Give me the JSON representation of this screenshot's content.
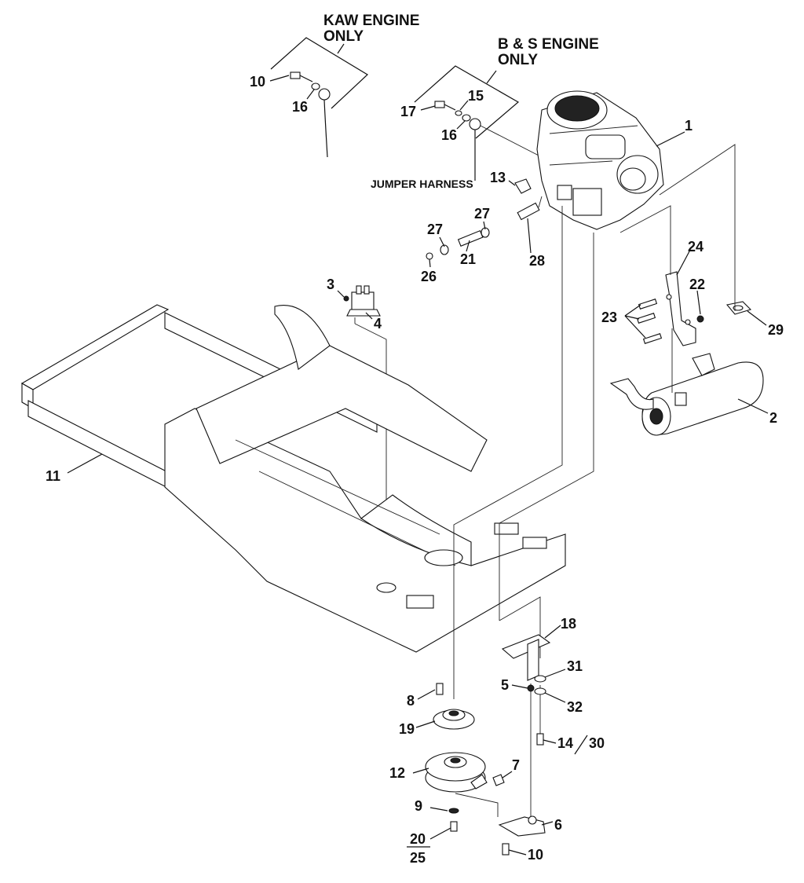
{
  "headers": {
    "kaw_line1": "KAW ENGINE",
    "kaw_line2": "ONLY",
    "bs_line1": "B & S ENGINE",
    "bs_line2": "ONLY"
  },
  "notes": {
    "jumper_harness": "JUMPER HARNESS"
  },
  "callouts": {
    "c1": "1",
    "c2": "2",
    "c3": "3",
    "c4": "4",
    "c5": "5",
    "c6": "6",
    "c7": "7",
    "c8": "8",
    "c9": "9",
    "c10a": "10",
    "c10b": "10",
    "c11": "11",
    "c12": "12",
    "c13": "13",
    "c14_30": "14",
    "c30": "30",
    "c15": "15",
    "c16a": "16",
    "c16b": "16",
    "c17": "17",
    "c18": "18",
    "c19": "19",
    "c20": "20",
    "c25": "25",
    "c21": "21",
    "c22": "22",
    "c23": "23",
    "c24": "24",
    "c26": "26",
    "c27a": "27",
    "c27b": "27",
    "c28": "28",
    "c29": "29",
    "c31": "31",
    "c32": "32"
  }
}
